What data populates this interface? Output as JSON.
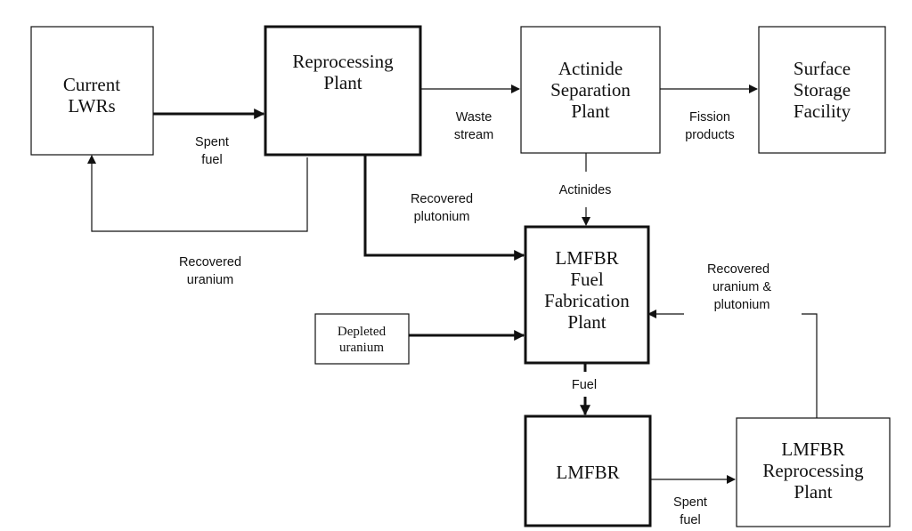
{
  "nodes": {
    "current_lwrs": [
      "Current",
      "LWRs"
    ],
    "reprocessing_plant": [
      "Reprocessing",
      "Plant"
    ],
    "actinide_separation": [
      "Actinide",
      "Separation",
      "Plant"
    ],
    "surface_storage": [
      "Surface",
      "Storage",
      "Facility"
    ],
    "lmfbr_fuel_fab": [
      "LMFBR",
      "Fuel",
      "Fabrication",
      "Plant"
    ],
    "depleted_uranium": [
      "Depleted",
      "uranium"
    ],
    "lmfbr": [
      "LMFBR"
    ],
    "lmfbr_reprocessing": [
      "LMFBR",
      "Reprocessing",
      "Plant"
    ]
  },
  "edges": {
    "lwr_spent_fuel": [
      "Spent",
      "fuel"
    ],
    "waste_stream": [
      "Waste",
      "stream"
    ],
    "fission_products": [
      "Fission",
      "products"
    ],
    "recovered_uranium": [
      "Recovered",
      "uranium"
    ],
    "recovered_plutonium": [
      "Recovered",
      "plutonium"
    ],
    "actinides": [
      "Actinides"
    ],
    "recovered_u_pu": [
      "Recovered",
      "uranium &",
      "plutonium"
    ],
    "fuel": [
      "Fuel"
    ],
    "lmfbr_spent_fuel": [
      "Spent",
      "fuel"
    ]
  }
}
